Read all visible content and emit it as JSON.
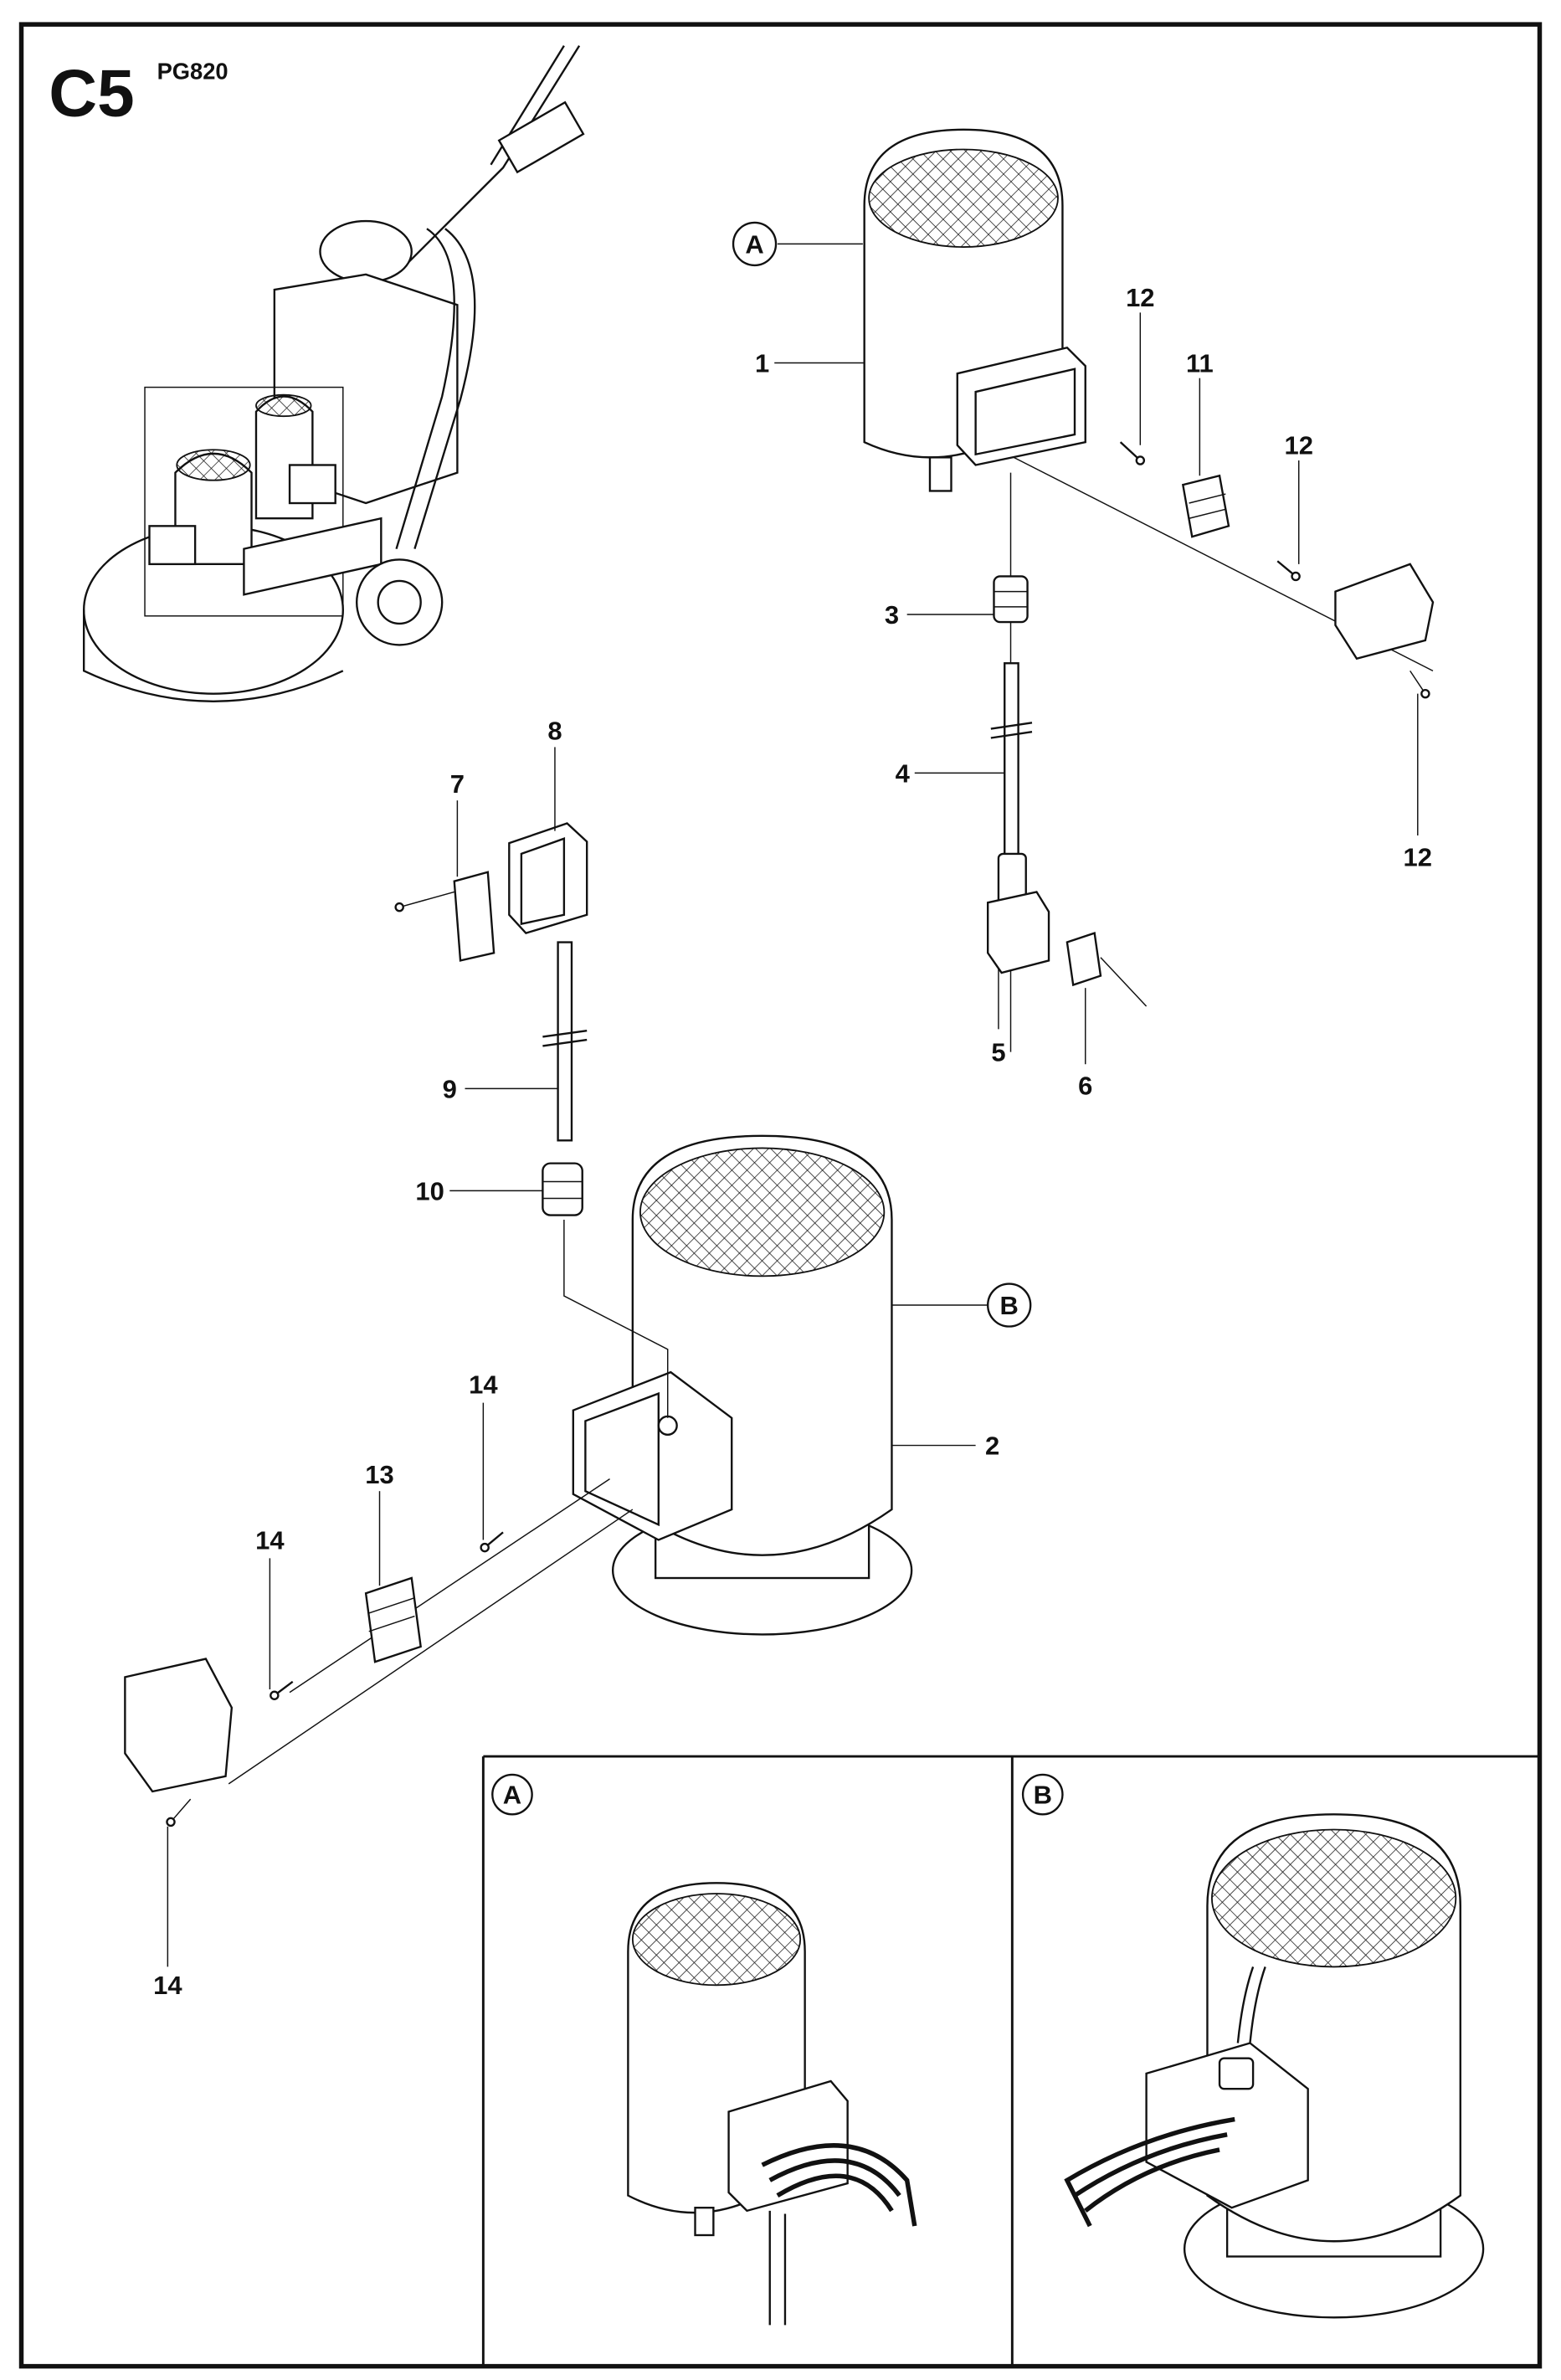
{
  "header": {
    "section": "C5",
    "model": "PG820"
  },
  "callouts": {
    "A": "A",
    "B": "B",
    "p1": "1",
    "p2": "2",
    "p3": "3",
    "p4": "4",
    "p5": "5",
    "p6": "6",
    "p7": "7",
    "p8": "8",
    "p9": "9",
    "p10": "10",
    "p11": "11",
    "p12a": "12",
    "p12b": "12",
    "p12c": "12",
    "p13": "13",
    "p14a": "14",
    "p14b": "14",
    "p14c": "14"
  },
  "insets": [
    {
      "label": "A"
    },
    {
      "label": "B"
    }
  ],
  "colors": {
    "ink": "#111111",
    "paper": "#ffffff"
  }
}
